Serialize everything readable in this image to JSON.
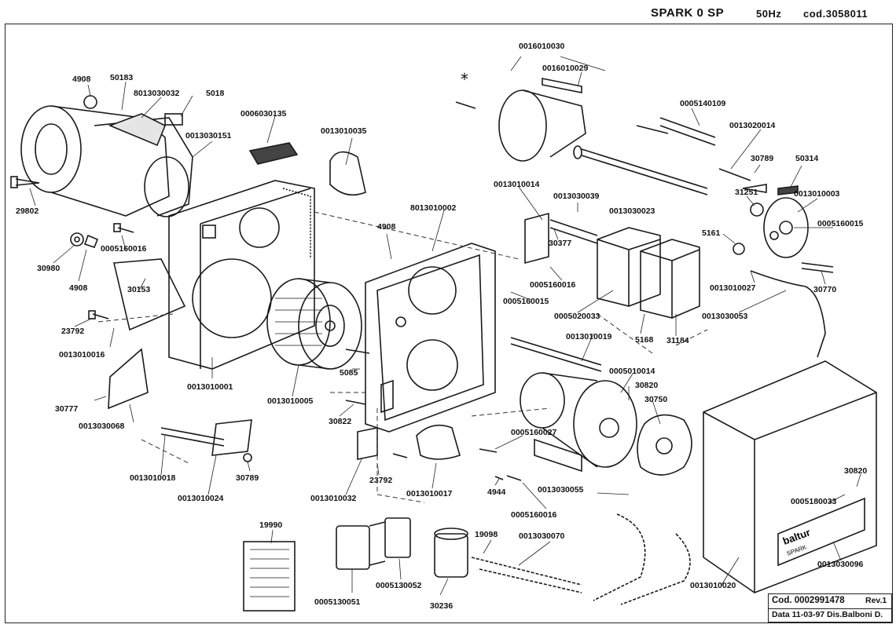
{
  "header": {
    "model": "SPARK 0 SP",
    "frequency": "50Hz",
    "code": "cod.3058011"
  },
  "part_labels": [
    "4908",
    "50183",
    "8013030032",
    "5018",
    "0006030135",
    "0013010035",
    "0016010030",
    "0016010029",
    "0005140109",
    "0013020014",
    "30789",
    "50314",
    "0013010003",
    "31251",
    "0005160015",
    "0013030151",
    "29802",
    "30980",
    "0005160016",
    "4908",
    "30153",
    "23792",
    "0013010016",
    "30777",
    "0013030068",
    "0013010001",
    "0013010005",
    "4908",
    "8013010002",
    "0013010014",
    "0013030039",
    "0013030023",
    "30377",
    "0005160016",
    "0005160015",
    "0005020033",
    "5168",
    "31184",
    "5161",
    "0013010027",
    "0013030053",
    "30770",
    "0013010019",
    "0005010014",
    "30820",
    "30750",
    "5085",
    "30822",
    "0005160027",
    "23792",
    "0013010032",
    "0013010017",
    "4944",
    "0005160016",
    "0013030055",
    "30820",
    "0005180033",
    "0013030096",
    "0013010018",
    "0013010024",
    "30789",
    "19990",
    "0005130052",
    "0005130051",
    "19098",
    "0013030070",
    "30236",
    "0013010020"
  ],
  "callout_marker": "*",
  "nameplate": {
    "brand": "baltur",
    "model": "SPARK"
  },
  "title_block": {
    "cod_label": "Cod. 0002991478",
    "rev": "Rev.1",
    "date": "Data 11-03-97 Dis.Balboni D."
  }
}
